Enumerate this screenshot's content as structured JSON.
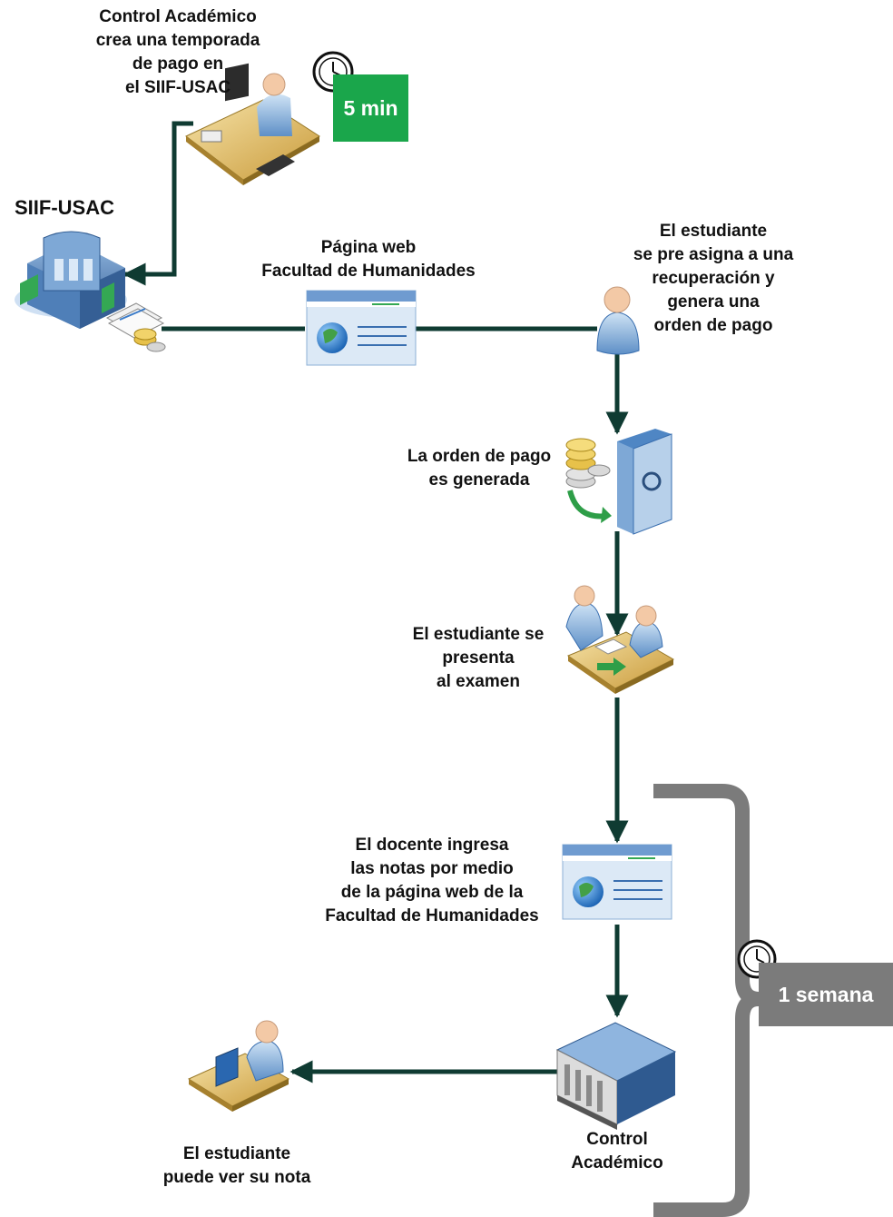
{
  "nodes": {
    "control_academico_top": "Control Académico\ncrea una temporada\nde pago en\nel SIIF-USAC",
    "siif_usac": "SIIF-USAC",
    "pagina_web": "Página web\nFacultad de Humanidades",
    "estudiante_preasigna": "El estudiante\nse pre asigna a una\nrecuperación y\ngenera una\norden de pago",
    "orden_generada": "La orden de pago\nes generada",
    "estudiante_examen": "El estudiante se\npresenta\nal examen",
    "docente_notas": "El docente ingresa\nlas notas por medio\nde la página web de la\nFacultad de Humanidades",
    "control_academico_bottom": "Control\nAcadémico",
    "estudiante_nota": "El estudiante\npuede ver su nota"
  },
  "badges": {
    "time_5min": "5 min",
    "time_1semana": "1 semana"
  },
  "colors": {
    "arrow": "#0f3b32",
    "badge_green": "#1aa64b",
    "badge_gray": "#7b7b7b",
    "bracket": "#7b7b7b"
  }
}
